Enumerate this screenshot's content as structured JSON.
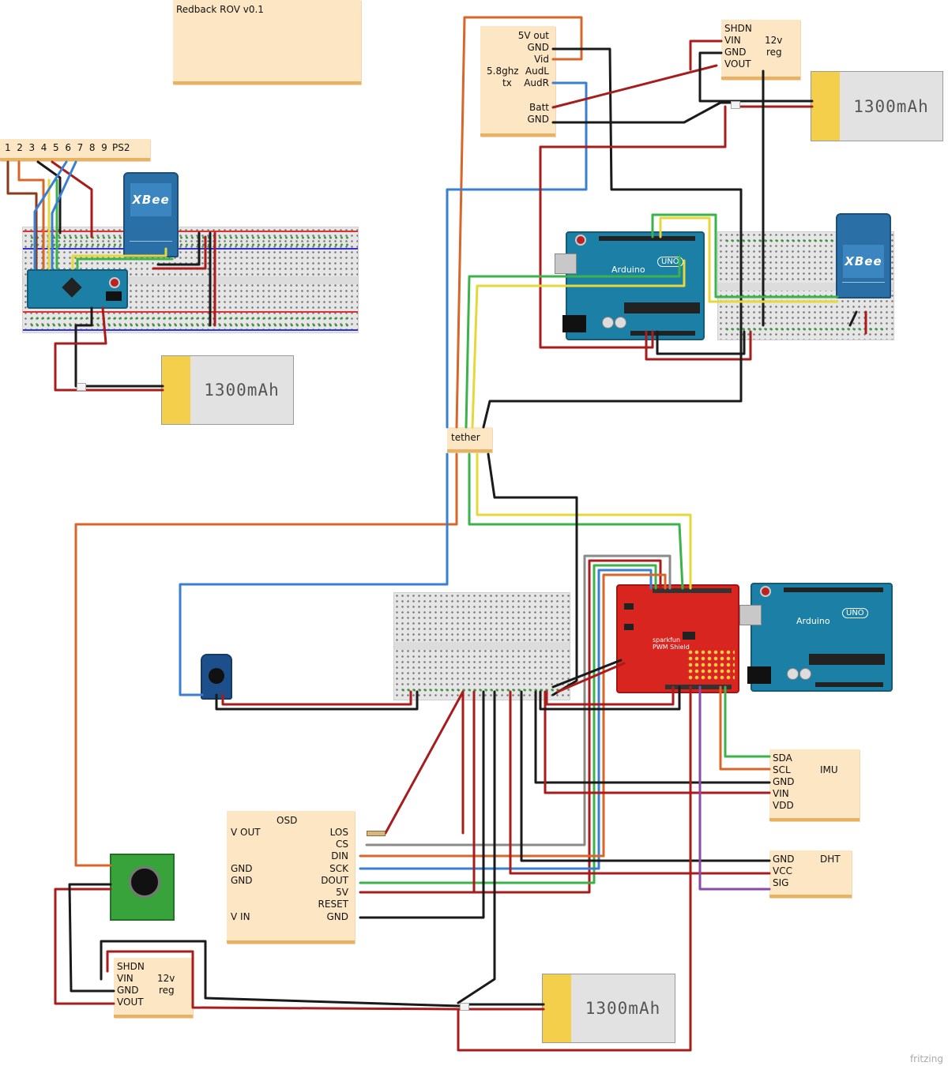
{
  "notes": {
    "title": "Redback ROV v0.1",
    "ps2": {
      "pins": "1  2  3  4  5  6  7  8  9",
      "label": "PS2"
    },
    "video_tx": {
      "l1": "5V out",
      "l2": "GND",
      "l3": "Vid",
      "l4a": "5.8ghz",
      "l4b": "AudL",
      "l5a": "tx",
      "l5b": "AudR",
      "l6": "Batt",
      "l7": "GND"
    },
    "reg_top": {
      "shdn": "SHDN",
      "vin": "VIN",
      "gnd": "GND",
      "vout": "VOUT",
      "v": "12v",
      "reg": "reg"
    },
    "reg_bottom": {
      "shdn": "SHDN",
      "vin": "VIN",
      "gnd": "GND",
      "vout": "VOUT",
      "v": "12v",
      "reg": "reg"
    },
    "tether": "tether",
    "osd": {
      "title": "OSD",
      "vout": "V OUT",
      "gnd1": "GND",
      "gnd2": "GND",
      "vin": "V IN",
      "los": "LOS",
      "cs": "CS",
      "din": "DIN",
      "sck": "SCK",
      "dout": "DOUT",
      "v5": "5V",
      "reset": "RESET",
      "gnd": "GND"
    },
    "imu": {
      "title": "IMU",
      "sda": "SDA",
      "scl": "SCL",
      "gnd": "GND",
      "vin": "VIN",
      "vdd": "VDD"
    },
    "dht": {
      "title": "DHT",
      "gnd": "GND",
      "vcc": "VCC",
      "sig": "SIG"
    }
  },
  "batteries": {
    "left": "1300mAh",
    "top_right": "1300mAh",
    "bottom": "1300mAh"
  },
  "modules": {
    "xbee_left": "XBee",
    "xbee_right": "XBee",
    "arduino_top": {
      "logo": "Arduino",
      "model": "UNO"
    },
    "arduino_bottom": {
      "logo": "Arduino",
      "model": "UNO"
    },
    "shield": {
      "brand": "sparkfun",
      "name": "PWM Shield"
    }
  },
  "footer": "fritzing",
  "wire_colors": {
    "red": "#a81c1c",
    "black": "#1a1a1a",
    "blue": "#3a7fd1",
    "orange": "#d8662a",
    "green": "#3bb34a",
    "yellow": "#e6d83a",
    "gray": "#8a8a8a",
    "purple": "#8a4aa6",
    "brown": "#8a3a1a"
  }
}
